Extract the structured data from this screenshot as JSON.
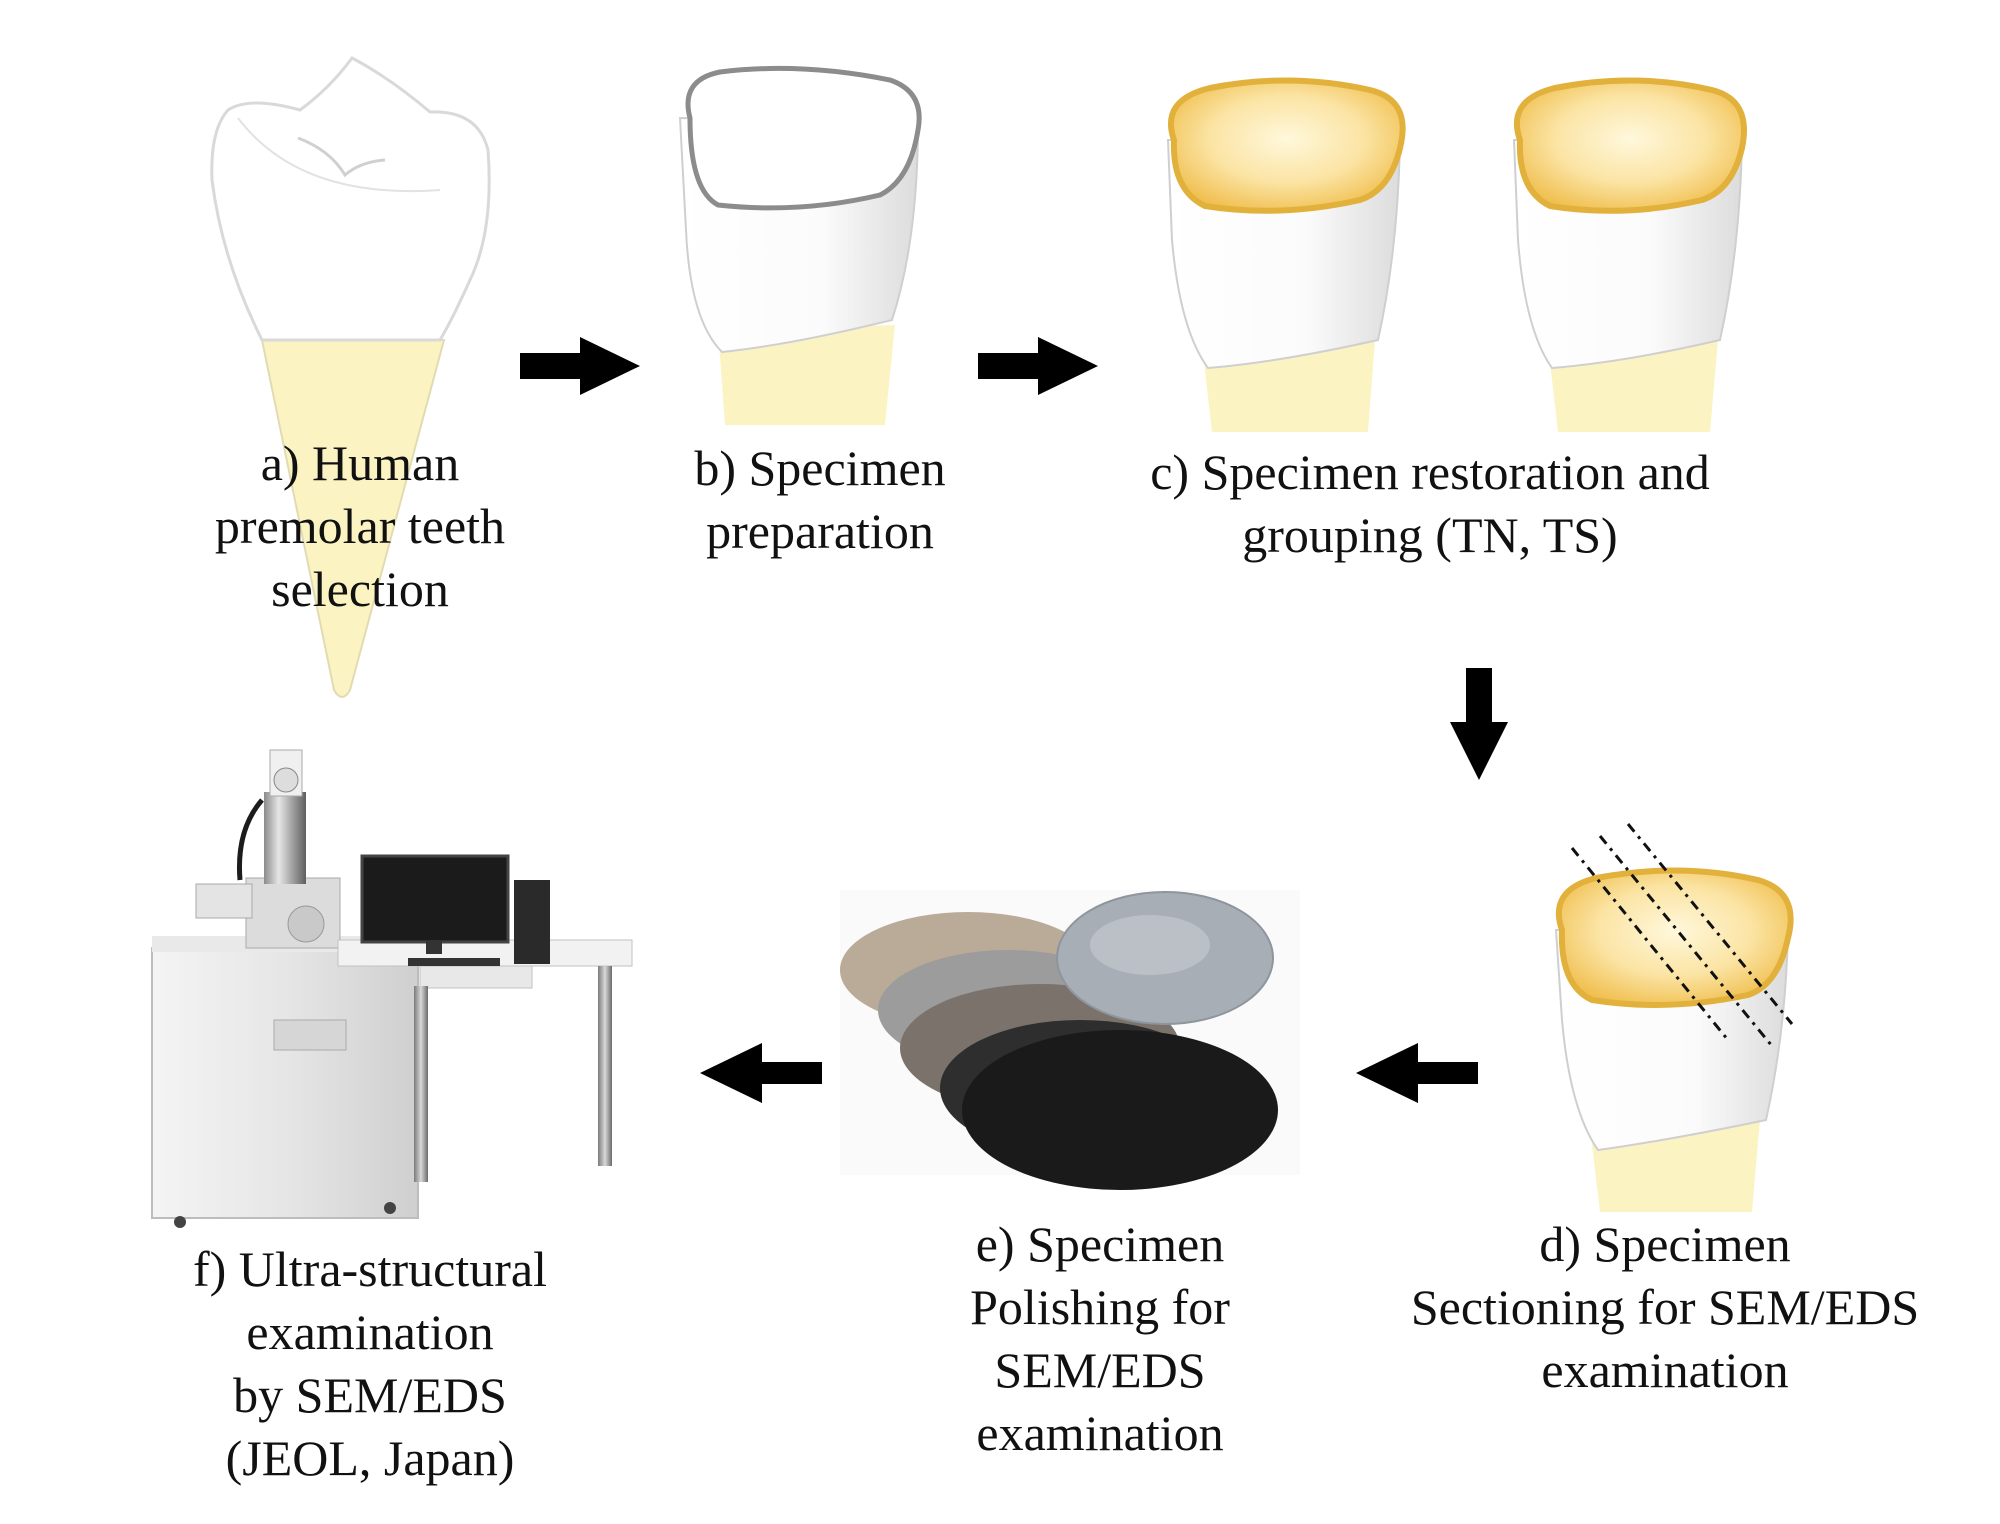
{
  "steps": [
    {
      "id": "a",
      "lines": [
        "a) Human",
        "premolar  teeth",
        "selection"
      ]
    },
    {
      "id": "b",
      "lines": [
        "b) Specimen",
        "preparation"
      ]
    },
    {
      "id": "c",
      "lines": [
        "c) Specimen  restoration  and",
        "grouping  (TN,  TS)"
      ]
    },
    {
      "id": "d",
      "lines": [
        "d) Specimen",
        "Sectioning  for  SEM/EDS",
        "examination"
      ]
    },
    {
      "id": "e",
      "lines": [
        "e) Specimen",
        "Polishing  for",
        "SEM/EDS",
        "examination"
      ]
    },
    {
      "id": "f",
      "lines": [
        "f) Ultra-structural",
        "examination",
        "by SEM/EDS",
        "(JEOL, Japan)"
      ]
    }
  ],
  "colors": {
    "root": "#fbf4c2",
    "restoration": "#f3c75a",
    "restoration_edge": "#e2b13c",
    "arrow": "#000000",
    "outline": "#c8c8c8"
  }
}
